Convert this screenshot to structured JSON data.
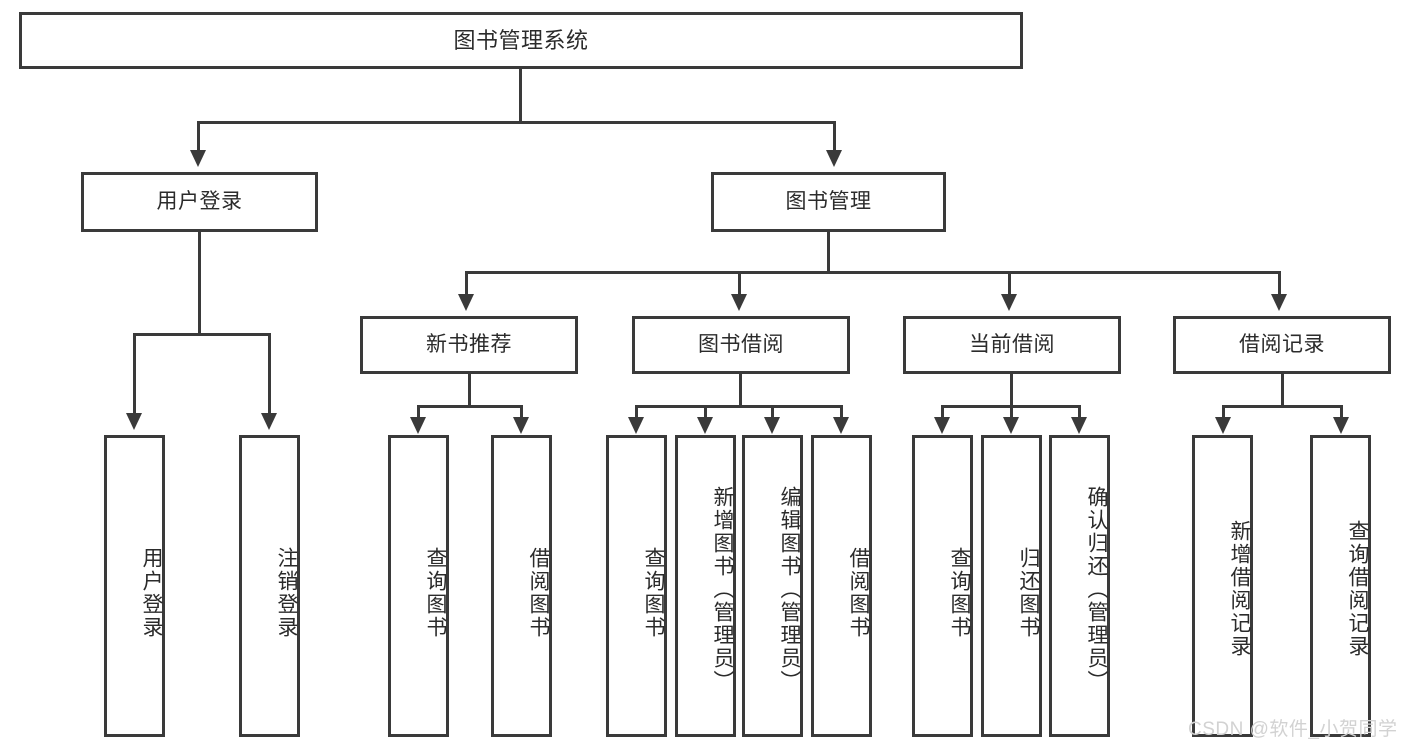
{
  "diagram": {
    "title": "图书管理系统",
    "type": "functional-structure-tree",
    "root": {
      "label": "图书管理系统"
    },
    "level2": [
      {
        "id": "user-login",
        "label": "用户登录"
      },
      {
        "id": "book-manage",
        "label": "图书管理"
      }
    ],
    "level3": [
      {
        "id": "new-book-recommend",
        "label": "新书推荐",
        "parent": "book-manage"
      },
      {
        "id": "book-borrow",
        "label": "图书借阅",
        "parent": "book-manage"
      },
      {
        "id": "current-borrow",
        "label": "当前借阅",
        "parent": "book-manage"
      },
      {
        "id": "borrow-record",
        "label": "借阅记录",
        "parent": "book-manage"
      }
    ],
    "leaves": {
      "user_login": [
        {
          "id": "leaf-user-login",
          "label": "用户登录"
        },
        {
          "id": "leaf-user-logout",
          "label": "注销登录"
        }
      ],
      "new_book_recommend": [
        {
          "id": "leaf-query-book-1",
          "label": "查询图书"
        },
        {
          "id": "leaf-borrow-book-1",
          "label": "借阅图书"
        }
      ],
      "book_borrow": [
        {
          "id": "leaf-query-book-2",
          "label": "查询图书"
        },
        {
          "id": "leaf-add-book",
          "label": "新增图书（管理员）"
        },
        {
          "id": "leaf-edit-book",
          "label": "编辑图书（管理员）"
        },
        {
          "id": "leaf-borrow-book-2",
          "label": "借阅图书"
        }
      ],
      "current_borrow": [
        {
          "id": "leaf-query-book-3",
          "label": "查询图书"
        },
        {
          "id": "leaf-return-book",
          "label": "归还图书"
        },
        {
          "id": "leaf-confirm-return",
          "label": "确认归还（管理员）"
        }
      ],
      "borrow_record": [
        {
          "id": "leaf-add-record",
          "label": "新增借阅记录"
        },
        {
          "id": "leaf-query-record",
          "label": "查询借阅记录"
        }
      ]
    }
  },
  "watermark": {
    "text": "CSDN @软件_小贺同学"
  },
  "colors": {
    "stroke": "#3a3a3a",
    "text": "#2b2b2b",
    "background": "#ffffff",
    "watermark": "#d2d2d2"
  }
}
